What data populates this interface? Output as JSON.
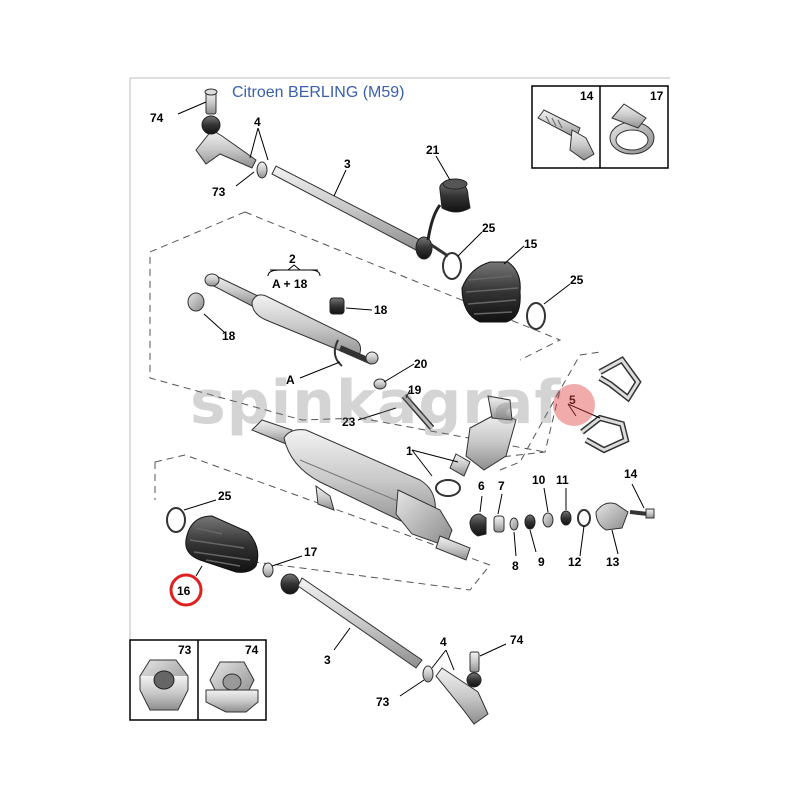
{
  "title": "Citroen BERLING (M59)",
  "watermark": "spinkagraf",
  "callouts": {
    "c74_top": "74",
    "c4_top": "4",
    "c73_top": "73",
    "c3_top": "3",
    "c21": "21",
    "c25_a": "25",
    "c15": "15",
    "c25_b": "25",
    "c2": "2",
    "c18_a": "18",
    "c18_b": "18",
    "c20": "20",
    "c19": "19",
    "c23": "23",
    "c5": "5",
    "cA": "A",
    "c1": "1",
    "c6": "6",
    "c7": "7",
    "c8": "8",
    "c9": "9",
    "c10": "10",
    "c11": "11",
    "c12": "12",
    "c13": "13",
    "c14": "14",
    "c25_c": "25",
    "c17": "17",
    "c16": "16",
    "c3_bot": "3",
    "c4_bot": "4",
    "c74_bot": "74",
    "c73_bot": "73"
  },
  "subassembly_label": "A + 18",
  "inset_top": {
    "left": "14",
    "right": "17"
  },
  "inset_bottom": {
    "left": "73",
    "right": "74"
  },
  "highlight_color": "#e02020"
}
